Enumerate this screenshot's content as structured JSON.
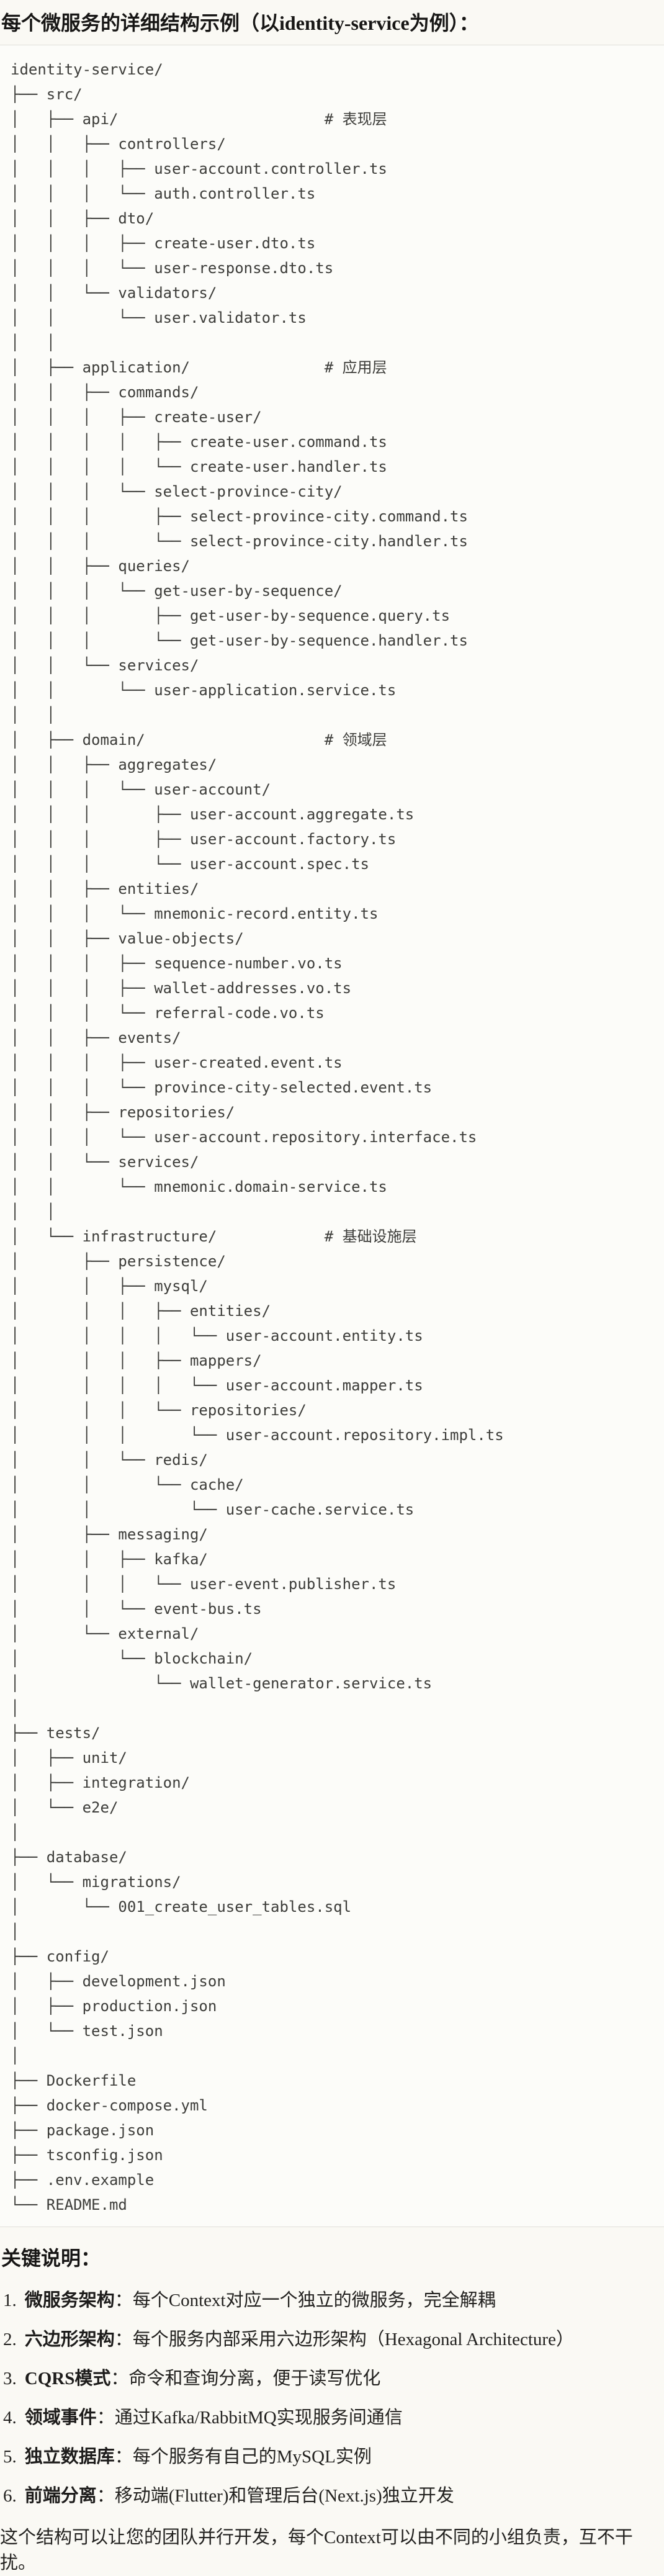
{
  "title": "每个微服务的详细结构示例（以identity-service为例）：",
  "code_block": {
    "language": "plaintext",
    "lines": [
      "identity-service/",
      "├── src/",
      "│   ├── api/                       # 表现层",
      "│   │   ├── controllers/",
      "│   │   │   ├── user-account.controller.ts",
      "│   │   │   └── auth.controller.ts",
      "│   │   ├── dto/",
      "│   │   │   ├── create-user.dto.ts",
      "│   │   │   └── user-response.dto.ts",
      "│   │   └── validators/",
      "│   │       └── user.validator.ts",
      "│   │",
      "│   ├── application/               # 应用层",
      "│   │   ├── commands/",
      "│   │   │   ├── create-user/",
      "│   │   │   │   ├── create-user.command.ts",
      "│   │   │   │   └── create-user.handler.ts",
      "│   │   │   └── select-province-city/",
      "│   │   │       ├── select-province-city.command.ts",
      "│   │   │       └── select-province-city.handler.ts",
      "│   │   ├── queries/",
      "│   │   │   └── get-user-by-sequence/",
      "│   │   │       ├── get-user-by-sequence.query.ts",
      "│   │   │       └── get-user-by-sequence.handler.ts",
      "│   │   └── services/",
      "│   │       └── user-application.service.ts",
      "│   │",
      "│   ├── domain/                    # 领域层",
      "│   │   ├── aggregates/",
      "│   │   │   └── user-account/",
      "│   │   │       ├── user-account.aggregate.ts",
      "│   │   │       ├── user-account.factory.ts",
      "│   │   │       └── user-account.spec.ts",
      "│   │   ├── entities/",
      "│   │   │   └── mnemonic-record.entity.ts",
      "│   │   ├── value-objects/",
      "│   │   │   ├── sequence-number.vo.ts",
      "│   │   │   ├── wallet-addresses.vo.ts",
      "│   │   │   └── referral-code.vo.ts",
      "│   │   ├── events/",
      "│   │   │   ├── user-created.event.ts",
      "│   │   │   └── province-city-selected.event.ts",
      "│   │   ├── repositories/",
      "│   │   │   └── user-account.repository.interface.ts",
      "│   │   └── services/",
      "│   │       └── mnemonic.domain-service.ts",
      "│   │",
      "│   └── infrastructure/            # 基础设施层",
      "│       ├── persistence/",
      "│       │   ├── mysql/",
      "│       │   │   ├── entities/",
      "│       │   │   │   └── user-account.entity.ts",
      "│       │   │   ├── mappers/",
      "│       │   │   │   └── user-account.mapper.ts",
      "│       │   │   └── repositories/",
      "│       │   │       └── user-account.repository.impl.ts",
      "│       │   └── redis/",
      "│       │       └── cache/",
      "│       │           └── user-cache.service.ts",
      "│       ├── messaging/",
      "│       │   ├── kafka/",
      "│       │   │   └── user-event.publisher.ts",
      "│       │   └── event-bus.ts",
      "│       └── external/",
      "│           └── blockchain/",
      "│               └── wallet-generator.service.ts",
      "│",
      "├── tests/",
      "│   ├── unit/",
      "│   ├── integration/",
      "│   └── e2e/",
      "│",
      "├── database/",
      "│   └── migrations/",
      "│       └── 001_create_user_tables.sql",
      "│",
      "├── config/",
      "│   ├── development.json",
      "│   ├── production.json",
      "│   └── test.json",
      "│",
      "├── Dockerfile",
      "├── docker-compose.yml",
      "├── package.json",
      "├── tsconfig.json",
      "├── .env.example",
      "└── README.md"
    ]
  },
  "notes": {
    "heading": "关键说明：",
    "items": [
      {
        "num": "1.",
        "term": "微服务架构",
        "text": "：每个Context对应一个独立的微服务，完全解耦"
      },
      {
        "num": "2.",
        "term": "六边形架构",
        "text": "：每个服务内部采用六边形架构（Hexagonal Architecture）"
      },
      {
        "num": "3.",
        "term": "CQRS模式",
        "text": "：命令和查询分离，便于读写优化"
      },
      {
        "num": "4.",
        "term": "领域事件",
        "text": "：通过Kafka/RabbitMQ实现服务间通信"
      },
      {
        "num": "5.",
        "term": "独立数据库",
        "text": "：每个服务有自己的MySQL实例"
      },
      {
        "num": "6.",
        "term": "前端分离",
        "text": "：移动端(Flutter)和管理后台(Next.js)独立开发"
      }
    ],
    "footer": "这个结构可以让您的团队并行开发，每个Context可以由不同的小组负责，互不干扰。"
  },
  "colors": {
    "page_background": "#FAF9F4",
    "code_background": "#FCFCF9",
    "code_border": "#E0DFDA",
    "code_text": "#3D3D3A",
    "heading_text": "#171615",
    "body_text": "#232220"
  }
}
